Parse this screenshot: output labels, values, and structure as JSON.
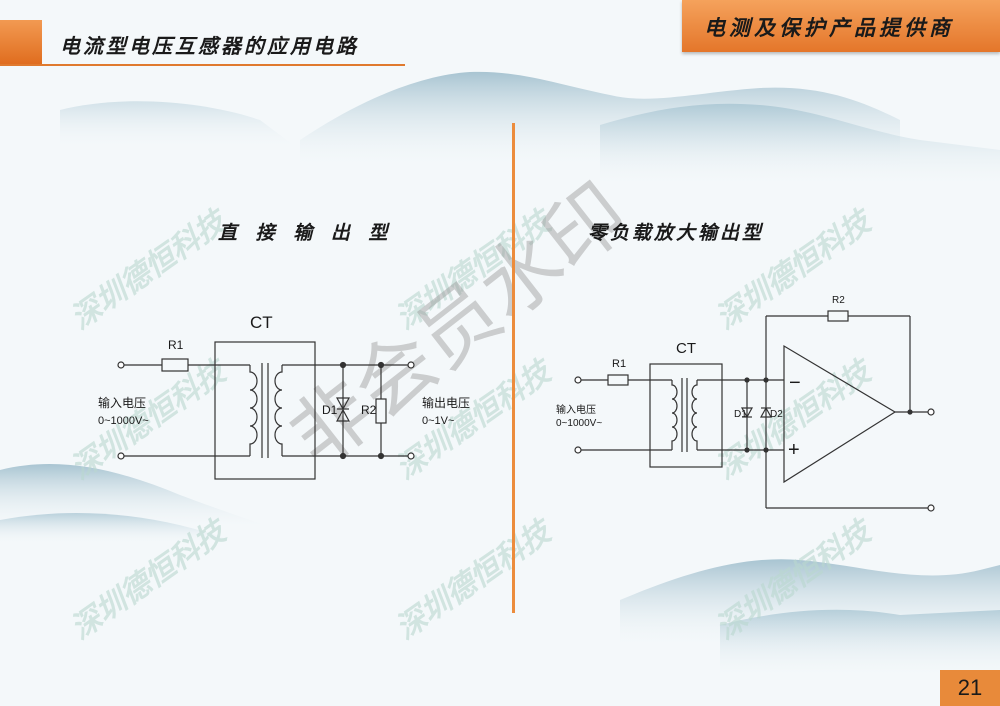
{
  "header": {
    "title": "电流型电压互感器的应用电路",
    "brand": "电测及保护产品提供商"
  },
  "left": {
    "subtitle": "直 接 输 出 型",
    "ct_label": "CT",
    "r1": "R1",
    "r2": "R2",
    "d1": "D1",
    "input_label": "输入电压",
    "input_range": "0~1000V~",
    "output_label": "输出电压",
    "output_range": "0~1V~"
  },
  "right": {
    "subtitle": "零负载放大输出型",
    "ct_label": "CT",
    "r1": "R1",
    "r2": "R2",
    "d1": "D1",
    "d2": "D2",
    "minus": "−",
    "plus": "+",
    "input_label": "输入电压",
    "input_range": "0~1000V~"
  },
  "watermarks": {
    "company": "深圳德恒科技",
    "stamp": "非会员水印"
  },
  "page_number": "21",
  "colors": {
    "accent": "#e4762a",
    "line": "#333333",
    "divider": "#ec8c3c"
  }
}
